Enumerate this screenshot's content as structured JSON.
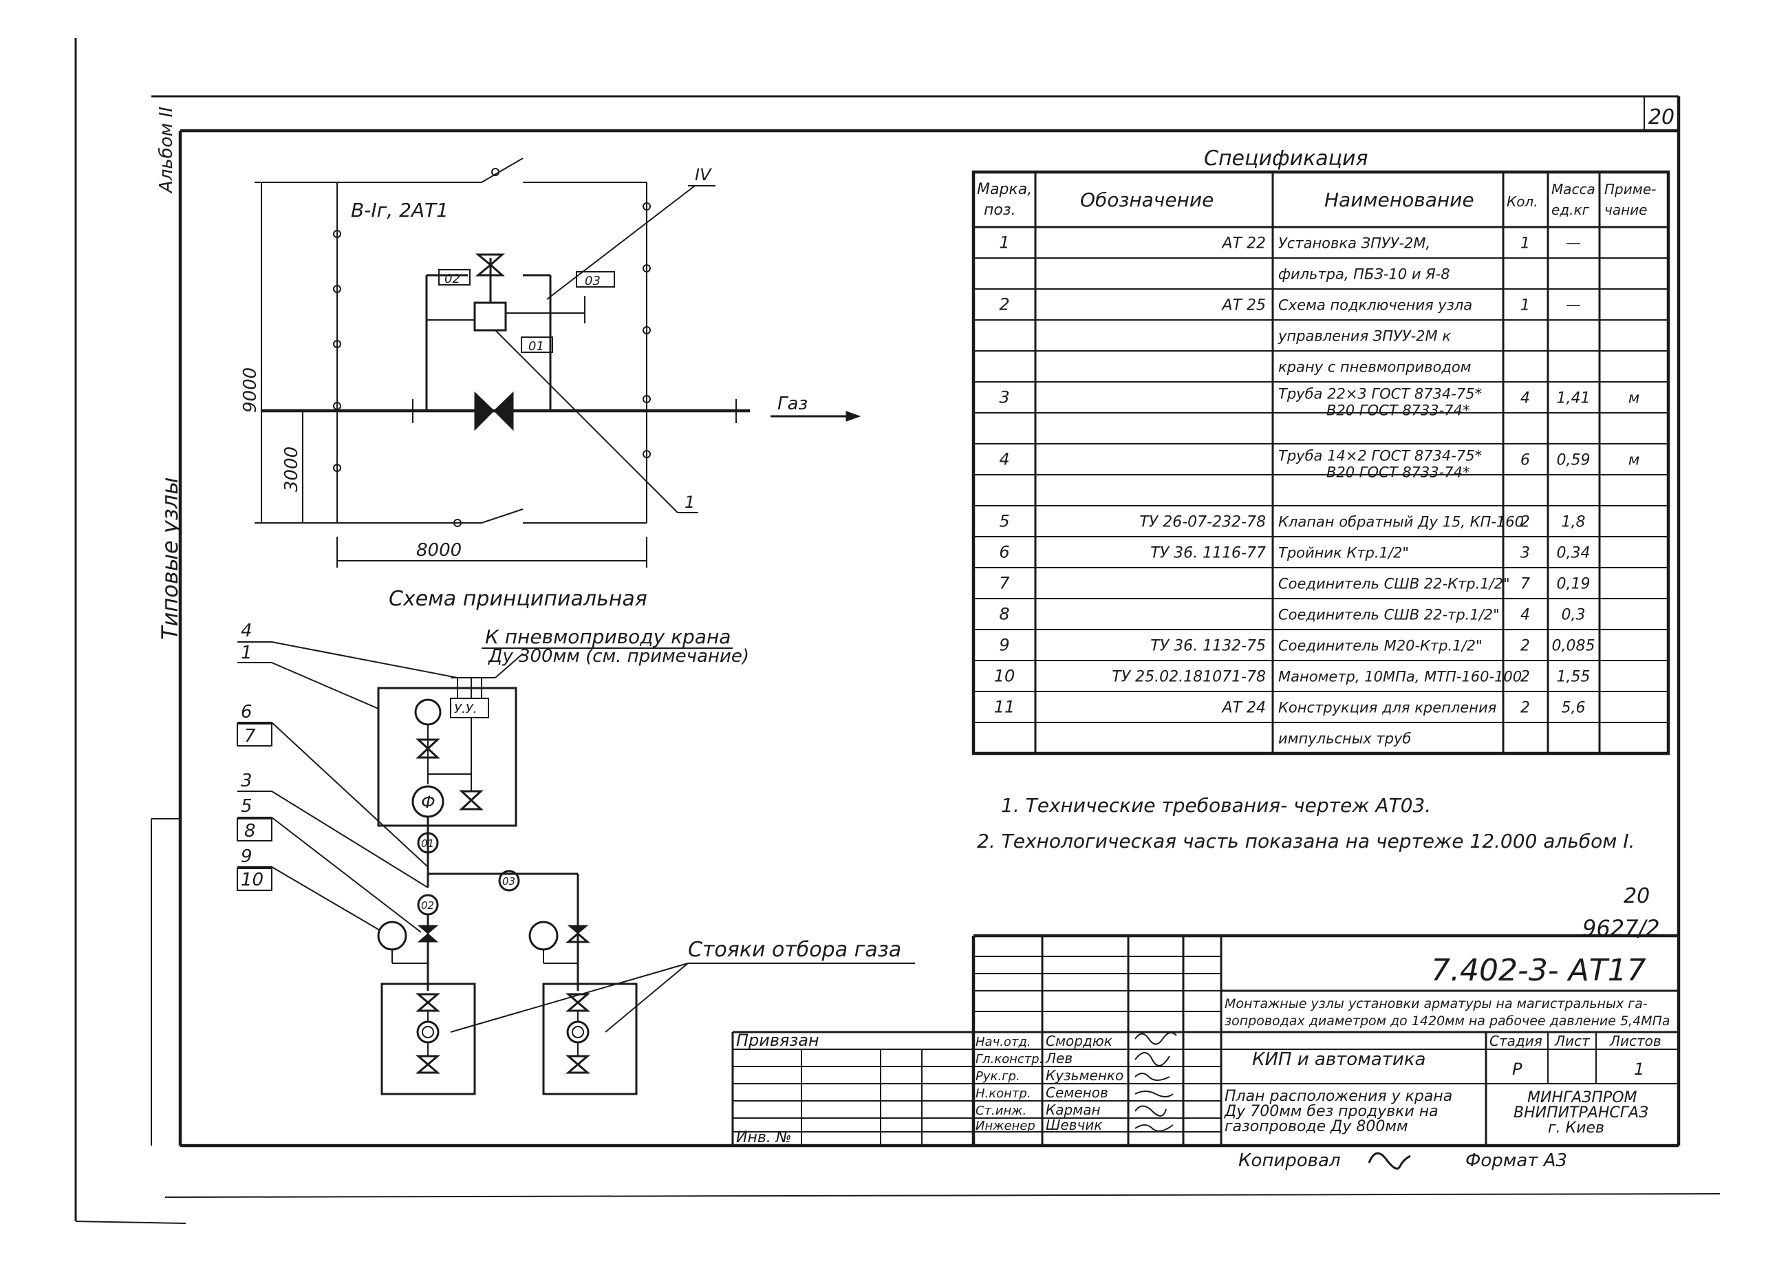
{
  "sheet": {
    "page_number": "20",
    "album_label": "Альбом II",
    "side_label": "Типовые узлы",
    "doc_ref_num": "20",
    "doc_ref_code": "9627/2"
  },
  "diagram": {
    "label_b": "В-Iг, 2АТ1",
    "label_02": "02",
    "label_03": "03",
    "label_01": "01",
    "label_IV": "IV",
    "label_1": "1",
    "gas_label": "Газ",
    "dim_9000": "9000",
    "dim_3000": "3000",
    "dim_8000": "8000",
    "caption": "Схема принципиальная"
  },
  "hookup": {
    "to_actuator_line1": "К пневмоприводу крана",
    "to_actuator_line2": "Ду 300мм (см. примечание)",
    "uu_label": "У.У.",
    "phi_label": "Ф",
    "circle_01": "01",
    "circle_02": "02",
    "circle_03": "03",
    "callouts": [
      "4",
      "1",
      "6",
      "7",
      "3",
      "5",
      "8",
      "9",
      "10"
    ],
    "risers_label": "Стояки отбора газа"
  },
  "spec": {
    "title": "Спецификация",
    "headers": {
      "pos_1": "Марка,",
      "pos_2": "поз.",
      "designation": "Обозначение",
      "name": "Наименование",
      "qty": "Кол.",
      "mass_1": "Масса",
      "mass_2": "ед.кг",
      "note_1": "Приме-",
      "note_2": "чание"
    },
    "rows": [
      {
        "pos": "1",
        "des": "АТ 22",
        "name": "Установка ЗПУУ-2М,",
        "qty": "1",
        "mass": "—",
        "note": ""
      },
      {
        "pos": "",
        "des": "",
        "name": "фильтра, ПБЗ-10 и Я-8",
        "qty": "",
        "mass": "",
        "note": ""
      },
      {
        "pos": "2",
        "des": "АТ 25",
        "name": "Схема подключения узла",
        "qty": "1",
        "mass": "—",
        "note": ""
      },
      {
        "pos": "",
        "des": "",
        "name": "управления ЗПУУ-2М к",
        "qty": "",
        "mass": "",
        "note": ""
      },
      {
        "pos": "",
        "des": "",
        "name": "крану с пневмоприводом",
        "qty": "",
        "mass": "",
        "note": ""
      },
      {
        "pos": "3",
        "des": "",
        "name": "Труба 22×3 ГОСТ 8734-75*",
        "name2": "В20 ГОСТ 8733-74*",
        "qty": "4",
        "mass": "1,41",
        "note": "м"
      },
      {
        "pos": "",
        "des": "",
        "name": "",
        "qty": "",
        "mass": "",
        "note": ""
      },
      {
        "pos": "4",
        "des": "",
        "name": "Труба 14×2 ГОСТ 8734-75*",
        "name2": "В20 ГОСТ 8733-74*",
        "qty": "6",
        "mass": "0,59",
        "note": "м"
      },
      {
        "pos": "",
        "des": "",
        "name": "",
        "qty": "",
        "mass": "",
        "note": ""
      },
      {
        "pos": "5",
        "des": "ТУ 26-07-232-78",
        "name": "Клапан обратный Ду 15, КП-160",
        "qty": "2",
        "mass": "1,8",
        "note": ""
      },
      {
        "pos": "6",
        "des": "ТУ 36. 1116-77",
        "name": "Тройник Ктр.1/2\"",
        "qty": "3",
        "mass": "0,34",
        "note": ""
      },
      {
        "pos": "7",
        "des": "",
        "name": "Соединитель СШВ 22-Ктр.1/2\"",
        "qty": "7",
        "mass": "0,19",
        "note": ""
      },
      {
        "pos": "8",
        "des": "",
        "name": "Соединитель СШВ 22-тр.1/2\"",
        "qty": "4",
        "mass": "0,3",
        "note": ""
      },
      {
        "pos": "9",
        "des": "ТУ 36. 1132-75",
        "name": "Соединитель М20-Ктр.1/2\"",
        "qty": "2",
        "mass": "0,085",
        "note": ""
      },
      {
        "pos": "10",
        "des": "ТУ 25.02.181071-78",
        "name": "Манометр, 10МПа, МТП-160-100",
        "qty": "2",
        "mass": "1,55",
        "note": ""
      },
      {
        "pos": "11",
        "des": "АТ 24",
        "name": "Конструкция для крепления",
        "qty": "2",
        "mass": "5,6",
        "note": ""
      },
      {
        "pos": "",
        "des": "",
        "name": "импульсных труб",
        "qty": "",
        "mass": "",
        "note": ""
      }
    ]
  },
  "notes": [
    "1. Технические требования- чертеж АТ03.",
    "2. Технологическая часть показана на чертеже 12.000 альбом I."
  ],
  "title_block": {
    "code": "7.402-3- АТ17",
    "desc_line1": "Монтажные узлы установки арматуры на магистральных га-",
    "desc_line2": "зопроводах диаметром до 1420мм на рабочее давление 5,4МПа",
    "bound_label": "Привязан",
    "inv_label": "Инв. №",
    "section": "КИП и автоматика",
    "stage_header": "Стадия",
    "sheet_header": "Лист",
    "sheets_header": "Листов",
    "stage": "Р",
    "sheets": "1",
    "plan_line1": "План расположения у крана",
    "plan_line2": "Ду 700мм без продувки на",
    "plan_line3": "газопроводе Ду 800мм",
    "org_line1": "МИНГАЗПРОМ",
    "org_line2": "ВНИПИТРАНСГАЗ",
    "org_line3": "г. Киев",
    "roles": [
      "Нач.отд.",
      "Гл.констр.",
      "Рук.гр.",
      "Н.контр.",
      "Ст.инж.",
      "Инженер"
    ],
    "names": [
      "Смордюк",
      "Лев",
      "Кузьменко",
      "Семенов",
      "Карман",
      "Шевчик"
    ],
    "copied_label": "Копировал",
    "format_label": "Формат А3"
  }
}
